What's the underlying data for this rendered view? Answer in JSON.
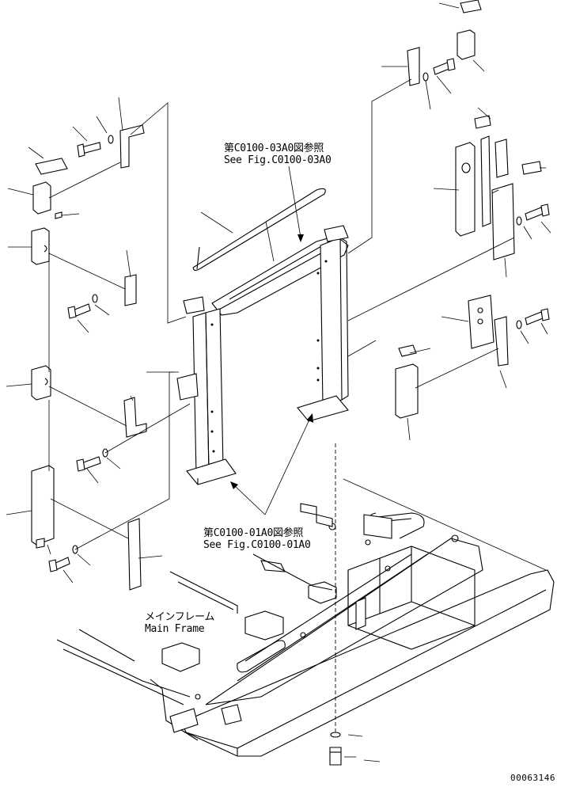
{
  "annotations": {
    "ref_top_jp": "第C0100-03A0図参照",
    "ref_top_en": "See Fig.C0100-03A0",
    "ref_bottom_jp": "第C0100-01A0図参照",
    "ref_bottom_en": "See Fig.C0100-01A0",
    "main_frame_jp": "メインフレーム",
    "main_frame_en": "Main Frame"
  },
  "drawing_number": "00063146"
}
